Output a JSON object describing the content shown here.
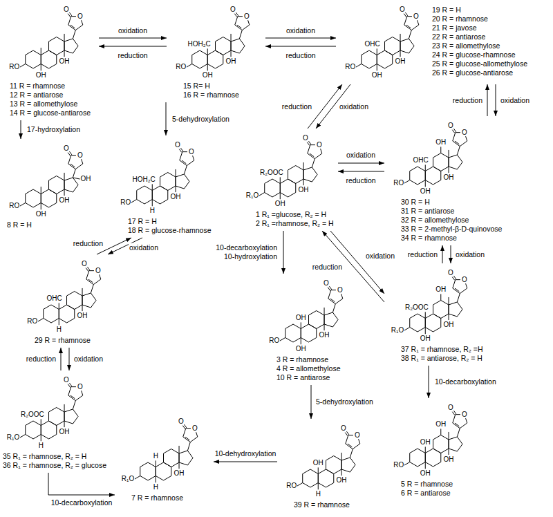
{
  "diagram": {
    "nodes": [
      {
        "text": [
          "O",
          "O",
          "RO",
          "OH",
          "OH",
          "11 R = rhamnose",
          "12 R = antiarose",
          "13 R = allomethylose",
          "14 R = glucose-antiarose"
        ]
      },
      {
        "text": [
          "O",
          "O",
          "HOH₂C",
          "RO",
          "OH",
          "OH",
          "15 R= H",
          "16 R = rhamnose"
        ]
      },
      {
        "text": [
          "O",
          "O",
          "OHC",
          "RO",
          "OH",
          "OH",
          "19 R = H",
          "20 R = rhamnose",
          "21 R = javose",
          "22 R = antiarose",
          "23 R = allomethylose",
          "24 R = glucose-rhamnose",
          "25 R = glucose-allomethylose",
          "26 R = glucose-antiarose"
        ]
      },
      {
        "text": [
          "O",
          "O",
          "OH",
          "OH",
          "RO",
          "OH",
          "8 R = H"
        ]
      },
      {
        "text": [
          "O",
          "O",
          "HOH₂C",
          "RO",
          "H",
          "OH",
          "17 R = H",
          "18 R = glucose-rhamnose"
        ]
      },
      {
        "text": [
          "O",
          "O",
          "R₂OOC",
          "R₁O",
          "OH",
          "OH",
          "1 R₁ =glucose, R₂ = H",
          "2 R₁ =rhamnose, R₂ = H"
        ]
      },
      {
        "text": [
          "O",
          "O",
          "OH",
          "OHC",
          "RO",
          "OH",
          "OH",
          "30 R = H",
          "31 R = antiarose",
          "32 R = allomethylose",
          "33 R = 2-methyl-β-D-quinovose",
          "34 R = rhamnose"
        ]
      },
      {
        "text": [
          "O",
          "O",
          "OHC",
          "RO",
          "H",
          "OH",
          "29 R = rhamnose"
        ]
      },
      {
        "text": [
          "O",
          "O",
          "OH",
          "RO",
          "OH",
          "OH",
          "3 R = rhamnose",
          "4 R = allomethylose",
          "10 R = antiarose"
        ]
      },
      {
        "text": [
          "O",
          "O",
          "OH",
          "R₂OOC",
          "R₁O",
          "OH",
          "OH",
          "37 R₁ = rhamnose, R₂ =H",
          "38 R₁ = antiarose, R₂ = H"
        ]
      },
      {
        "text": [
          "O",
          "O",
          "OH",
          "OH",
          "RO",
          "OH",
          "OH",
          "5 R = rhamnose",
          "6 R = antiarose"
        ]
      },
      {
        "text": [
          "O",
          "O",
          "R₂OOC",
          "R₁O",
          "H",
          "OH",
          "35 R₁ = rhamnose, R₂ = H",
          "36 R₁ = rhamnose, R₂ = glucose"
        ]
      },
      {
        "text": [
          "O",
          "O",
          "OH",
          "RO",
          "H",
          "OH",
          "39 R = rhamnose"
        ]
      },
      {
        "text": [
          "O",
          "O",
          "H",
          "R₁O",
          "H",
          "OH",
          "7 R = rhamnose"
        ]
      }
    ],
    "edges": [
      {
        "from": 0,
        "to": 1,
        "label": "oxidation",
        "arrow": "to"
      },
      {
        "from": 1,
        "to": 0,
        "label": "reduction",
        "arrow": "to"
      },
      {
        "from": 1,
        "to": 2,
        "label": "oxidation",
        "arrow": "to"
      },
      {
        "from": 2,
        "to": 1,
        "label": "reduction",
        "arrow": "to"
      },
      {
        "from": 0,
        "to": 3,
        "label": "17-hydroxylation",
        "arrow": "to"
      },
      {
        "from": 1,
        "to": 4,
        "label": "5-dehydroxylation",
        "arrow": "to"
      },
      {
        "from": 5,
        "to": 2,
        "label": "reduction",
        "arrow": "to"
      },
      {
        "from": 2,
        "to": 5,
        "label": "oxidation",
        "arrow": "to"
      },
      {
        "from": 2,
        "to": 6,
        "label": "oxidation",
        "arrow": "to"
      },
      {
        "from": 6,
        "to": 2,
        "label": "reduction",
        "arrow": "to"
      },
      {
        "from": 5,
        "to": 6,
        "label": "oxidation",
        "arrow": "to"
      },
      {
        "from": 6,
        "to": 5,
        "label": "reduction",
        "arrow": "to"
      },
      {
        "from": 6,
        "to": 9,
        "label": "oxidation",
        "arrow": "to"
      },
      {
        "from": 9,
        "to": 6,
        "label": "reduction",
        "arrow": "to"
      },
      {
        "from": 5,
        "to": 9,
        "label": "oxidation",
        "arrow": "to"
      },
      {
        "from": 9,
        "to": 5,
        "label": "reduction",
        "arrow": "to"
      },
      {
        "from": 4,
        "to": 7,
        "label": "oxidation",
        "arrow": "to"
      },
      {
        "from": 7,
        "to": 4,
        "label": "reduction",
        "arrow": "to"
      },
      {
        "from": 7,
        "to": 11,
        "label": "oxidation",
        "arrow": "to"
      },
      {
        "from": 11,
        "to": 7,
        "label": "reduction",
        "arrow": "to"
      },
      {
        "from": 5,
        "to": 8,
        "label": "10-decarboxylation 10-hydroxylation",
        "arrow": "to"
      },
      {
        "from": 9,
        "to": 10,
        "label": "10-decarboxylation",
        "arrow": "to"
      },
      {
        "from": 8,
        "to": 12,
        "label": "5-dehydroxylation",
        "arrow": "to"
      },
      {
        "from": 12,
        "to": 13,
        "label": "10-dehydroxylation",
        "arrow": "to"
      },
      {
        "from": 11,
        "to": 13,
        "label": "10-decarboxylation",
        "arrow": "to"
      }
    ]
  }
}
